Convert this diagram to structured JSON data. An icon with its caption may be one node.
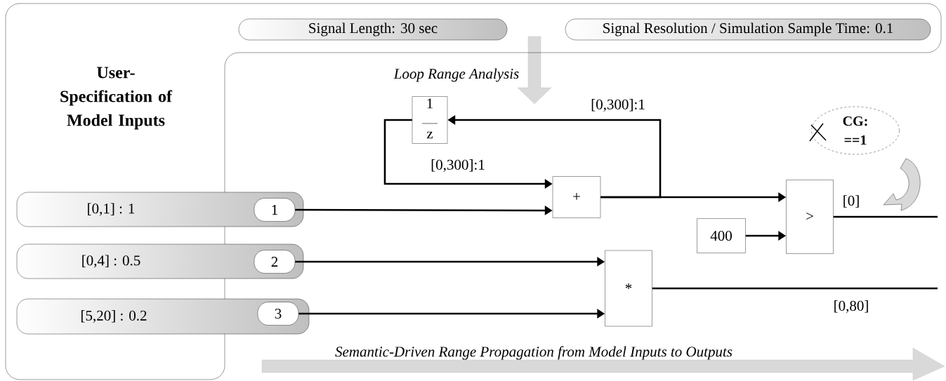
{
  "diagram": {
    "nodes": [
      {
        "text": [
          "User-Specification of Model Inputs"
        ]
      },
      {
        "text": [
          "Signal Length: 30 sec"
        ],
        "in": 0
      },
      {
        "text": [
          "Signal Resolution / Simulation Sample Time: 0.1"
        ],
        "in": 0
      },
      {
        "text": [
          "[0,1] : 1"
        ],
        "in": 0
      },
      {
        "text": [
          "1"
        ],
        "in": 3
      },
      {
        "text": [
          "[0,4] : 0.5"
        ],
        "in": 0
      },
      {
        "text": [
          "2"
        ],
        "in": 5
      },
      {
        "text": [
          "[5,20] : 0.2"
        ],
        "in": 0
      },
      {
        "text": [
          "3"
        ],
        "in": 7
      },
      {
        "text": [
          "1",
          "z"
        ]
      },
      {
        "text": [
          "+"
        ]
      },
      {
        "text": [
          ">"
        ]
      },
      {
        "text": [
          "400"
        ]
      },
      {
        "text": [
          "*"
        ]
      },
      {
        "text": [
          "CG: ==1"
        ]
      }
    ],
    "edges": [
      {
        "from": 4,
        "to": 10,
        "arrow": "to"
      },
      {
        "from": 10,
        "to": 9,
        "arrow": "to",
        "label": "[0,300]:1"
      },
      {
        "from": 9,
        "to": 10,
        "arrow": "to",
        "label": "[0,300]:1"
      },
      {
        "from": 10,
        "to": 11,
        "arrow": "to"
      },
      {
        "from": 12,
        "to": 11,
        "arrow": "to"
      },
      {
        "from": 6,
        "to": 13,
        "arrow": "to"
      },
      {
        "from": 8,
        "to": 13,
        "arrow": "to"
      },
      {
        "from": 11,
        "to": null,
        "arrow": "none",
        "label": "[0]"
      },
      {
        "from": 13,
        "to": null,
        "arrow": "none",
        "label": "[0,80]"
      }
    ],
    "labels": [
      "Loop Range Analysis",
      "Semantic-Driven Range Propagation from Model Inputs to Outputs"
    ]
  }
}
